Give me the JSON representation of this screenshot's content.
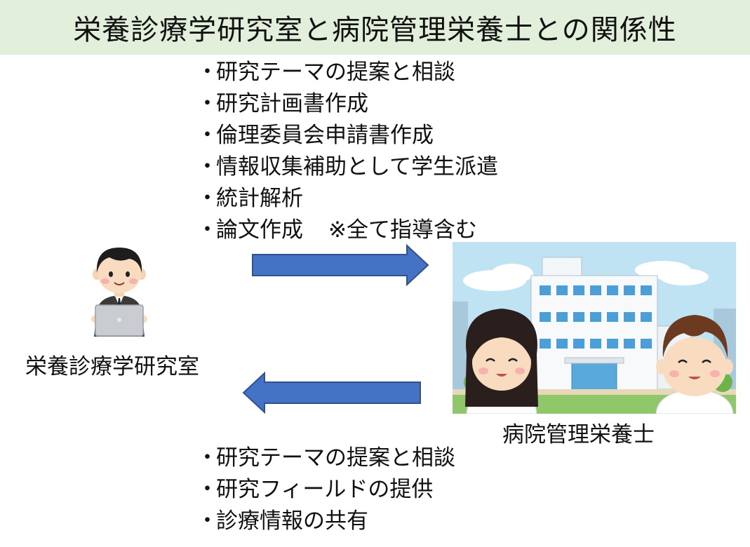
{
  "title": "栄養診療学研究室と病院管理栄養士との関係性",
  "lab_to_hospital": {
    "items": [
      "研究テーマの提案と相談",
      "研究計画書作成",
      "倫理委員会申請書作成",
      "情報収集補助として学生派遣",
      "統計解析",
      "論文作成"
    ],
    "note": "※全て指導含む"
  },
  "hospital_to_lab": {
    "items": [
      "研究テーマの提案と相談",
      "研究フィールドの提供",
      "診療情報の共有"
    ]
  },
  "bullet": "・",
  "labels": {
    "lab": "栄養診療学研究室",
    "dietitian": "病院管理栄養士"
  },
  "colors": {
    "title_background": "#e2efda",
    "arrow_fill": "#4472c4",
    "arrow_stroke": "#2f528f"
  },
  "icons": [
    "researcher-with-laptop-icon",
    "hospital-with-dietitians-icon"
  ]
}
